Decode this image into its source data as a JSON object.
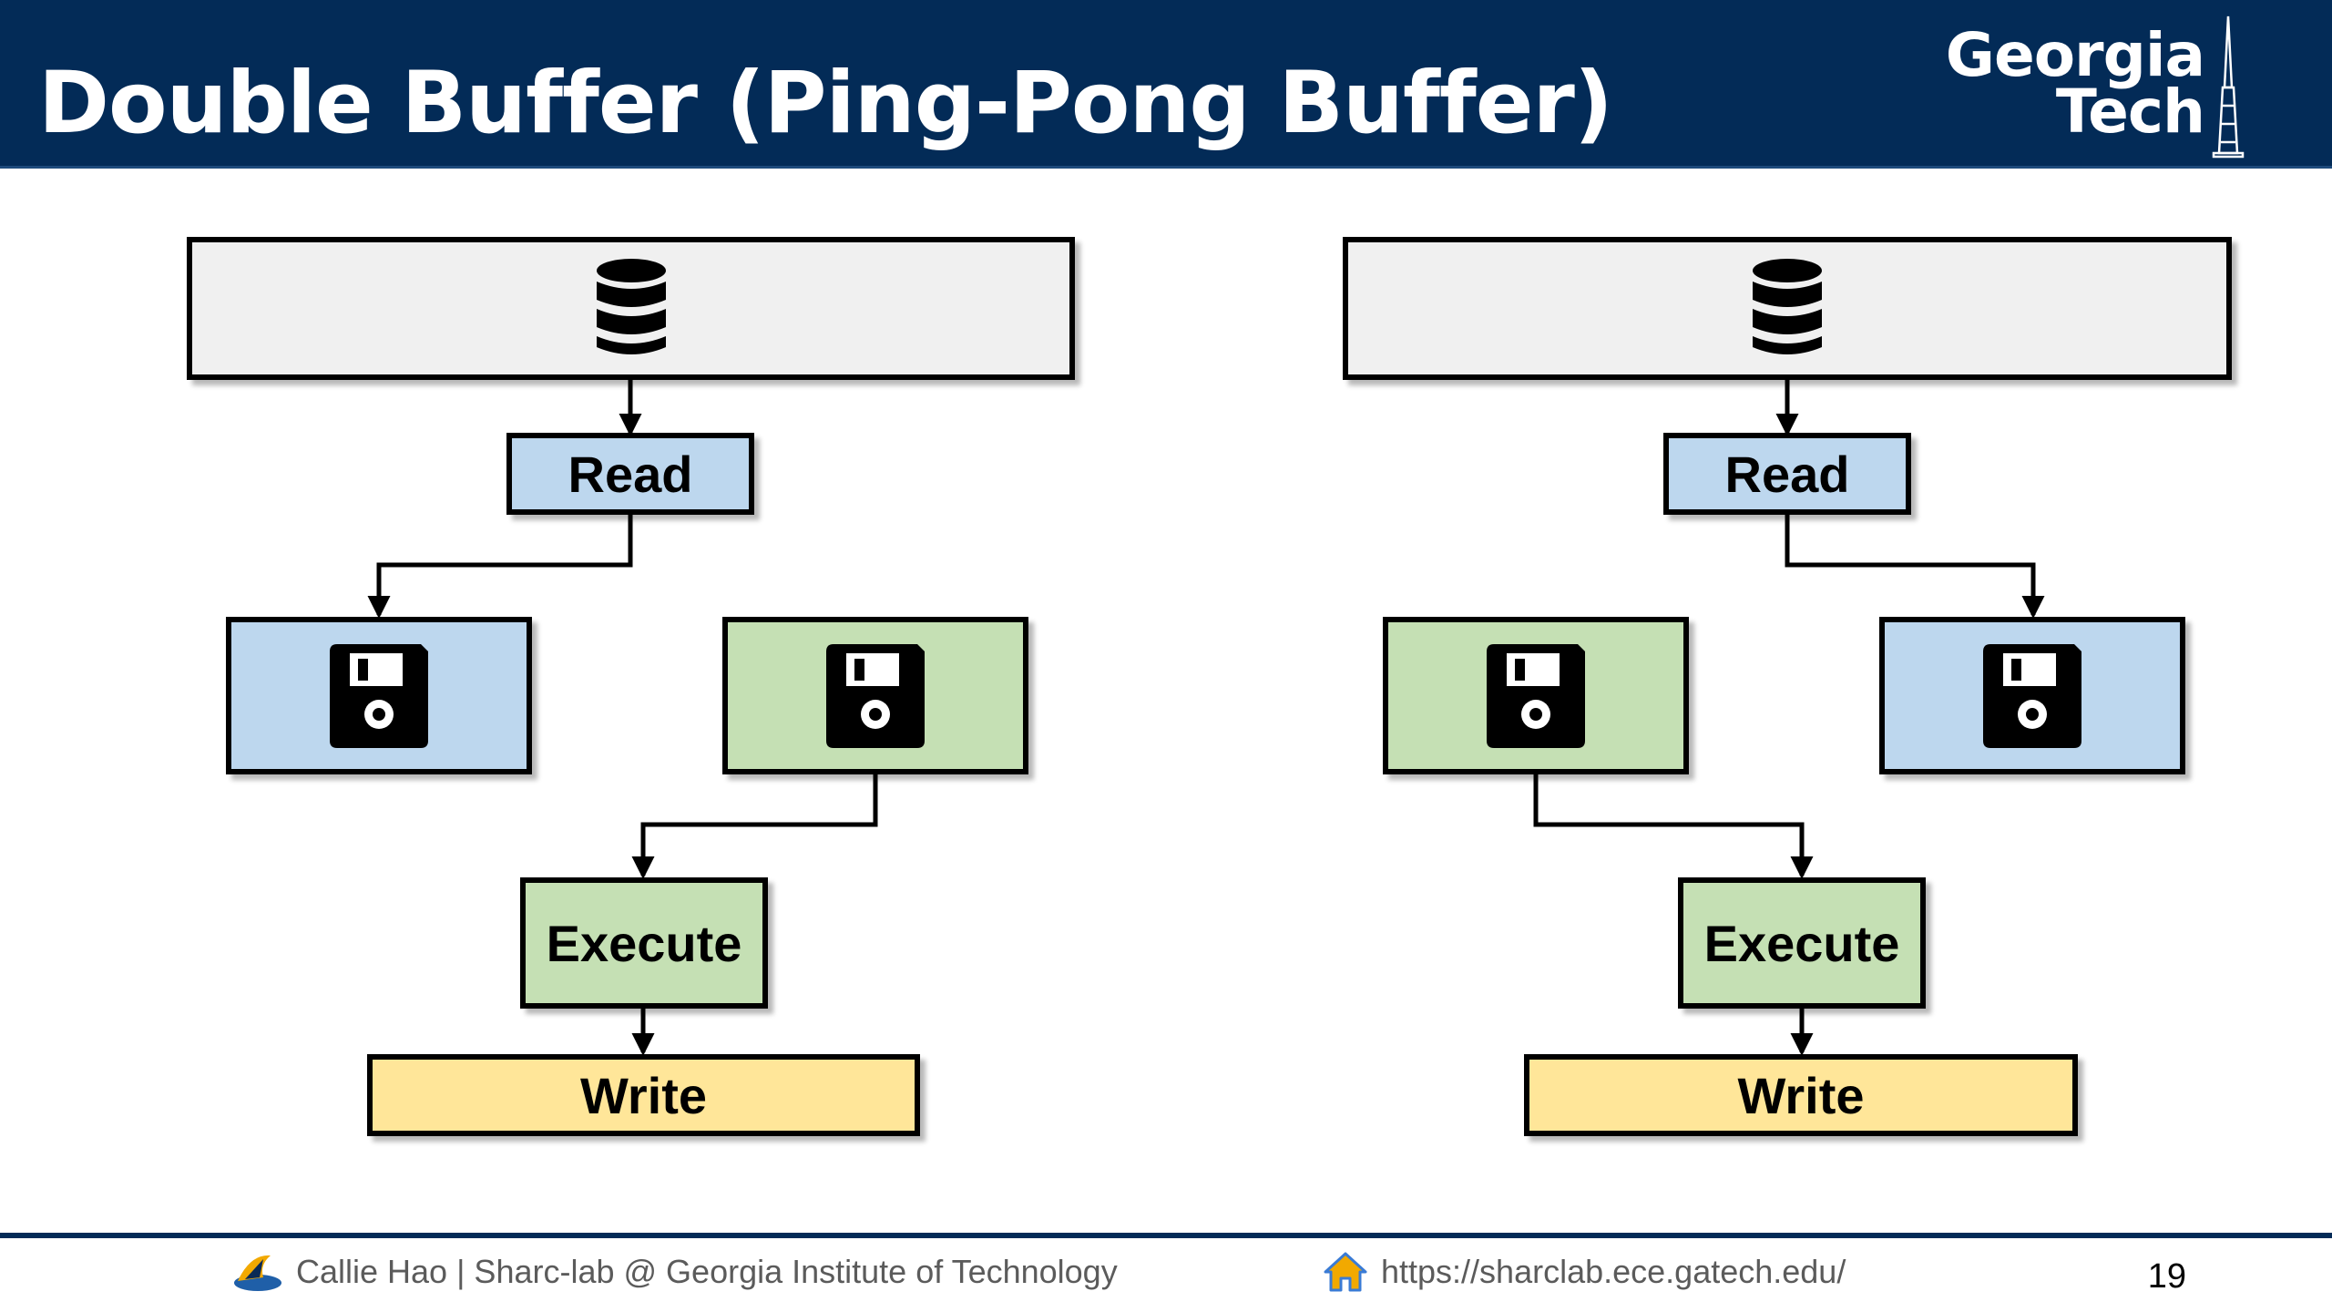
{
  "header": {
    "title": "Double Buffer (Ping-Pong Buffer)",
    "logo_line1": "Georgia",
    "logo_line2": "Tech"
  },
  "diagram": {
    "left": {
      "storage_icon": "database-icon",
      "read_label": "Read",
      "buffer_a": {
        "color": "#bdd7ee",
        "icon": "floppy-disk-icon",
        "state": "being filled by Read"
      },
      "buffer_b": {
        "color": "#c5e0b4",
        "icon": "floppy-disk-icon",
        "state": "feeding Execute"
      },
      "execute_label": "Execute",
      "write_label": "Write"
    },
    "right": {
      "storage_icon": "database-icon",
      "read_label": "Read",
      "buffer_a": {
        "color": "#c5e0b4",
        "icon": "floppy-disk-icon",
        "state": "feeding Execute"
      },
      "buffer_b": {
        "color": "#bdd7ee",
        "icon": "floppy-disk-icon",
        "state": "being filled by Read"
      },
      "execute_label": "Execute",
      "write_label": "Write"
    },
    "colors": {
      "storage": "#f0f0f0",
      "read": "#bdd7ee",
      "execute": "#c5e0b4",
      "write": "#ffe699"
    }
  },
  "footer": {
    "author_credit": "Callie Hao | Sharc-lab @ Georgia Institute of Technology",
    "url": "https://sharclab.ece.gatech.edu/",
    "page_number": "19",
    "header_color": "#032b57"
  }
}
